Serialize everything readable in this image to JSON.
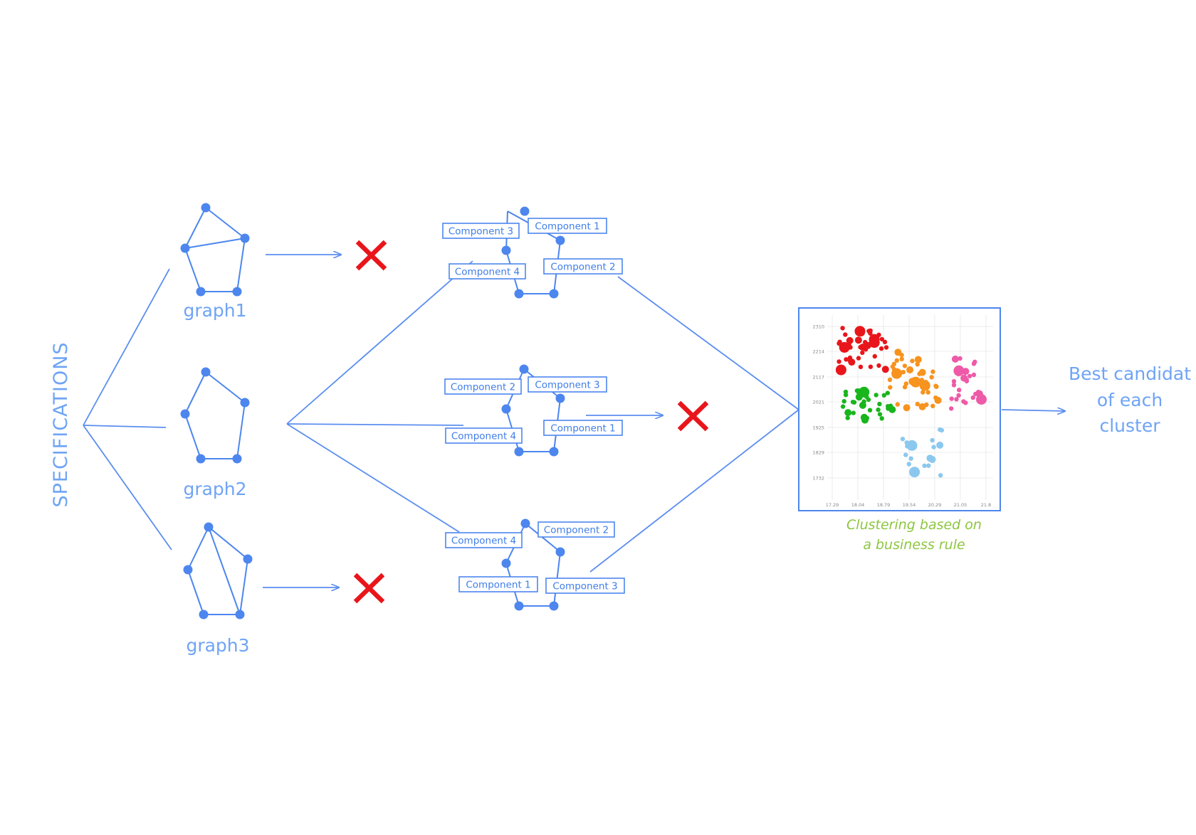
{
  "specifications_label": "SPECIFICATIONS",
  "graphs": [
    {
      "label": "graph1",
      "rejected": true
    },
    {
      "label": "graph2",
      "rejected": false
    },
    {
      "label": "graph3",
      "rejected": true
    }
  ],
  "variants": [
    {
      "components": [
        "Component 3",
        "Component 1",
        "Component 4",
        "Component 2"
      ],
      "rejected": false
    },
    {
      "components": [
        "Component 2",
        "Component 3",
        "Component 4",
        "Component 1"
      ],
      "rejected": true
    },
    {
      "components": [
        "Component 2",
        "Component 4",
        "Component 1",
        "Component 3"
      ],
      "rejected": false
    }
  ],
  "clustering": {
    "caption_line1": "Clustering based on",
    "caption_line2": "a business rule",
    "y_ticks": [
      "2310",
      "2214",
      "2117",
      "2021",
      "1925",
      "1829",
      "1732"
    ],
    "x_ticks": [
      "17.29",
      "18.04",
      "18.79",
      "19.54",
      "20.29",
      "21.05",
      "21.8"
    ],
    "cluster_colors": {
      "red": "#e8161b",
      "green": "#19b51c",
      "orange": "#f7931e",
      "pink": "#ee5aa8",
      "light_blue": "#8cc8ee"
    }
  },
  "result_lines": [
    "Best candidat",
    "of each",
    "cluster"
  ],
  "colors": {
    "accent": "#4d86ee",
    "line": "#5b8ef0",
    "text": "#6fa4f5",
    "reject": "#e8161b",
    "caption": "#8dc63f"
  }
}
